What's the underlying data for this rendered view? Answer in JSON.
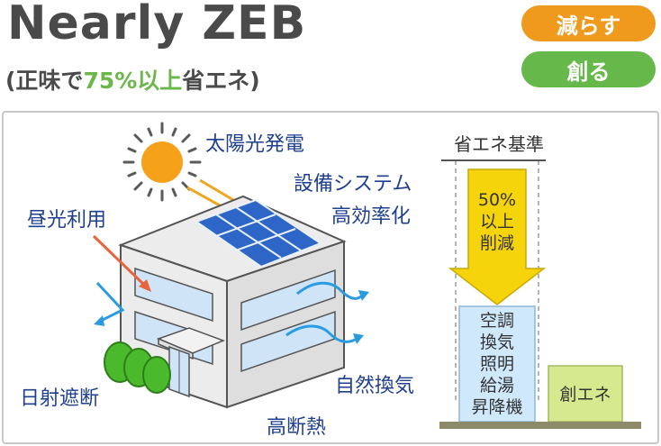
{
  "header": {
    "title": "Nearly ZEB",
    "subtitle_prefix": "(正味で",
    "subtitle_highlight": "75%以上",
    "subtitle_suffix": "省エネ)"
  },
  "badges": {
    "reduce": "減らす",
    "create": "創る"
  },
  "diagram": {
    "solar_label": "太陽光発電",
    "equipment_label_1": "設備システム",
    "equipment_label_2": "高効率化",
    "daylight_label": "昼光利用",
    "shading_label": "日射遮断",
    "ventilation_label": "自然換気",
    "insulation_label": "高断熱"
  },
  "energy_chart": {
    "baseline_label": "省エネ基準",
    "reduction_line1": "50%",
    "reduction_line2": "以上",
    "reduction_line3": "削減",
    "systems": [
      "空調",
      "換気",
      "照明",
      "給湯",
      "昇降機"
    ],
    "creation_label": "創エネ",
    "colors": {
      "arrow": "#f6d40c",
      "systems": "#cfe8fb",
      "creation": "#d7e98e",
      "ground": "#8b8b6a"
    }
  }
}
